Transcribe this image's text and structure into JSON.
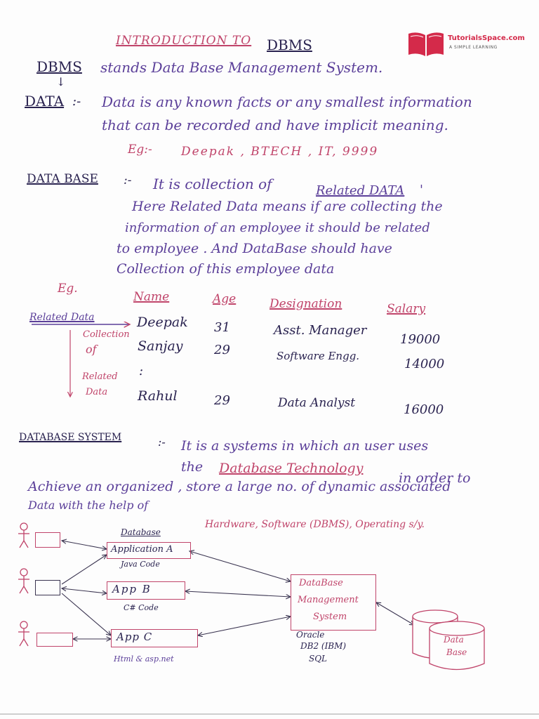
{
  "logo": {
    "brand": "TutorialsSpace.com",
    "tagline": "A SIMPLE LEARNING",
    "brand_color": "#d42a4a"
  },
  "title": {
    "prefix": "INTRODUCTION TO",
    "subject": "DBMS"
  },
  "dbms_line": {
    "term": "DBMS",
    "text": "stands Data Base Management System."
  },
  "data_section": {
    "term": "DATA",
    "sep": ":-",
    "line1": "Data is any known facts or any smallest information",
    "line2": "that can be recorded and have implicit meaning.",
    "eg_label": "Eg:-",
    "eg_values": "Deepak , BTECH , IT, 9999"
  },
  "database_section": {
    "term": "DATA BASE",
    "sep": ":-",
    "line1_prefix": "It is collection of",
    "line1_highlight": "Related DATA",
    "line1_suffix": "'",
    "line2": "Here Related Data means if are collecting the",
    "line3": "information of an employee it should be related",
    "line4": "to employee . And DataBase should have",
    "line5": "Collection of this employee data"
  },
  "table": {
    "eg_label": "Eg.",
    "side_label_1": "Related Data",
    "side_label_2": "Collection",
    "side_label_3": "of",
    "side_label_4": "Related",
    "side_label_5": "Data",
    "headers": [
      "Name",
      "Age",
      "Designation",
      "Salary"
    ],
    "rows": [
      [
        "Deepak",
        "31",
        "Asst. Manager",
        "19000"
      ],
      [
        "Sanjay",
        "29",
        "Software Engg.",
        "14000"
      ],
      [
        "Rahul",
        "29",
        "Data Analyst",
        "16000"
      ]
    ],
    "ellipsis": ":"
  },
  "dbs_section": {
    "term": "DATABASE SYSTEM",
    "sep": ":-",
    "line1": "It is a systems in which an user uses",
    "line2_prefix": "the",
    "line2_highlight": "Database Technology",
    "line2_suffix": "in order to",
    "line3": "Achieve an organized , store a large no. of dynamic associated",
    "line4_prefix": "Data with the help of",
    "line4_highlight": "Hardware, Software (DBMS), Operating s/y."
  },
  "diagram": {
    "database_label": "Database",
    "app_a": "Application A",
    "app_a_sub": "Java Code",
    "app_b": "App B",
    "app_b_sub": "C# Code",
    "app_c": "App C",
    "app_c_sub": "Html & asp.net",
    "dbms_box_1": "DataBase",
    "dbms_box_2": "Management",
    "dbms_box_3": "System",
    "vendors": [
      "Oracle",
      "DB2 (IBM)",
      "SQL"
    ],
    "db_cylinder_1": "Data",
    "db_cylinder_2": "Base"
  }
}
